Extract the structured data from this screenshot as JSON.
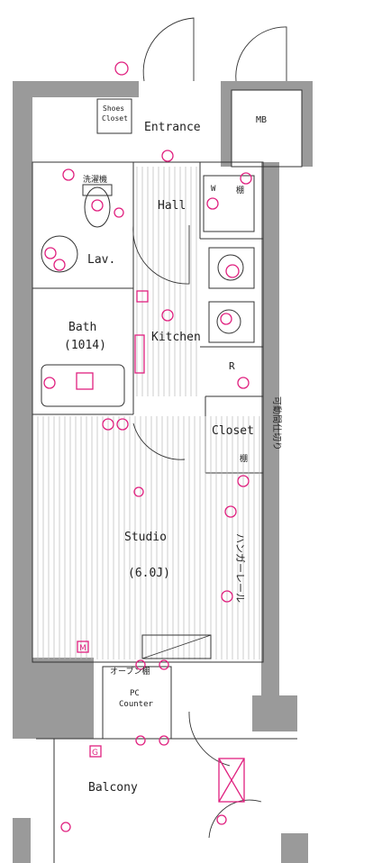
{
  "rooms": {
    "shoes_closet": [
      "Shoes",
      "Closet"
    ],
    "entrance": "Entrance",
    "mb": "MB",
    "hall": "Hall",
    "washer_space": "洗濯機",
    "w": "W",
    "shelf_top": "棚",
    "lav": "Lav.",
    "bath": "Bath",
    "bath_size": "(1014)",
    "kitchen": "Kitchen",
    "r": "R",
    "closet": "Closet",
    "shelf_closet": "棚",
    "studio": "Studio",
    "studio_size": "(6.0J)",
    "hanger_rail": "ハンガーレール",
    "partition": "可動間仕切り",
    "open_shelf": "オープン棚",
    "pc_counter": [
      "PC",
      "Counter"
    ],
    "balcony": "Balcony",
    "g": "G",
    "m": "M"
  },
  "symbol_colors": {
    "electrical": "#e0207f",
    "floor_lines": "#b9b9b9",
    "walls": "#9a9a9a"
  }
}
